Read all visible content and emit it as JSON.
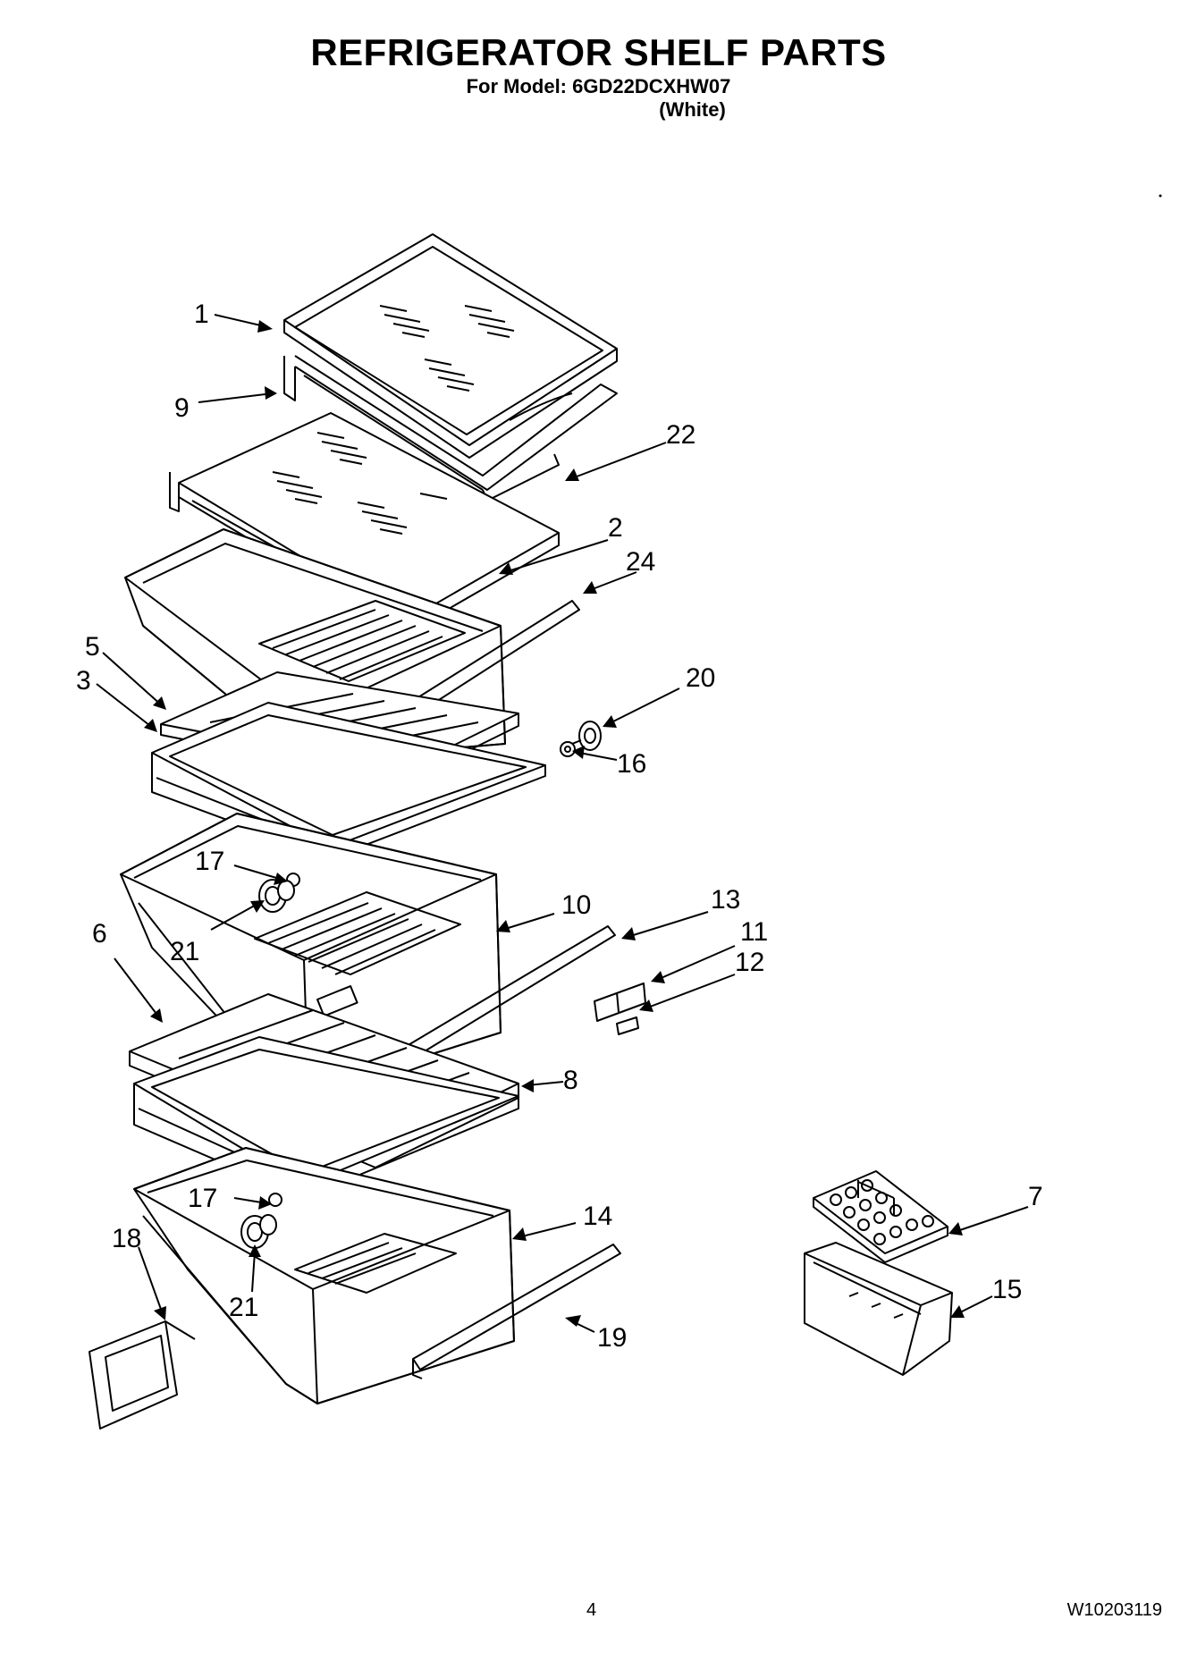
{
  "header": {
    "title": "REFRIGERATOR SHELF PARTS",
    "model_line": "For Model: 6GD22DCXHW07",
    "variant": "(White)"
  },
  "callouts": {
    "c1": "1",
    "c9": "9",
    "c22": "22",
    "c2": "2",
    "c24": "24",
    "c5": "5",
    "c3": "3",
    "c20": "20",
    "c16": "16",
    "c17a": "17",
    "c21a": "21",
    "c10": "10",
    "c13": "13",
    "c11": "11",
    "c12": "12",
    "c6": "6",
    "c8": "8",
    "c17b": "17",
    "c14": "14",
    "c18": "18",
    "c21b": "21",
    "c19": "19",
    "c7": "7",
    "c15": "15"
  },
  "footer": {
    "page_number": "4",
    "document_number": "W10203119"
  }
}
